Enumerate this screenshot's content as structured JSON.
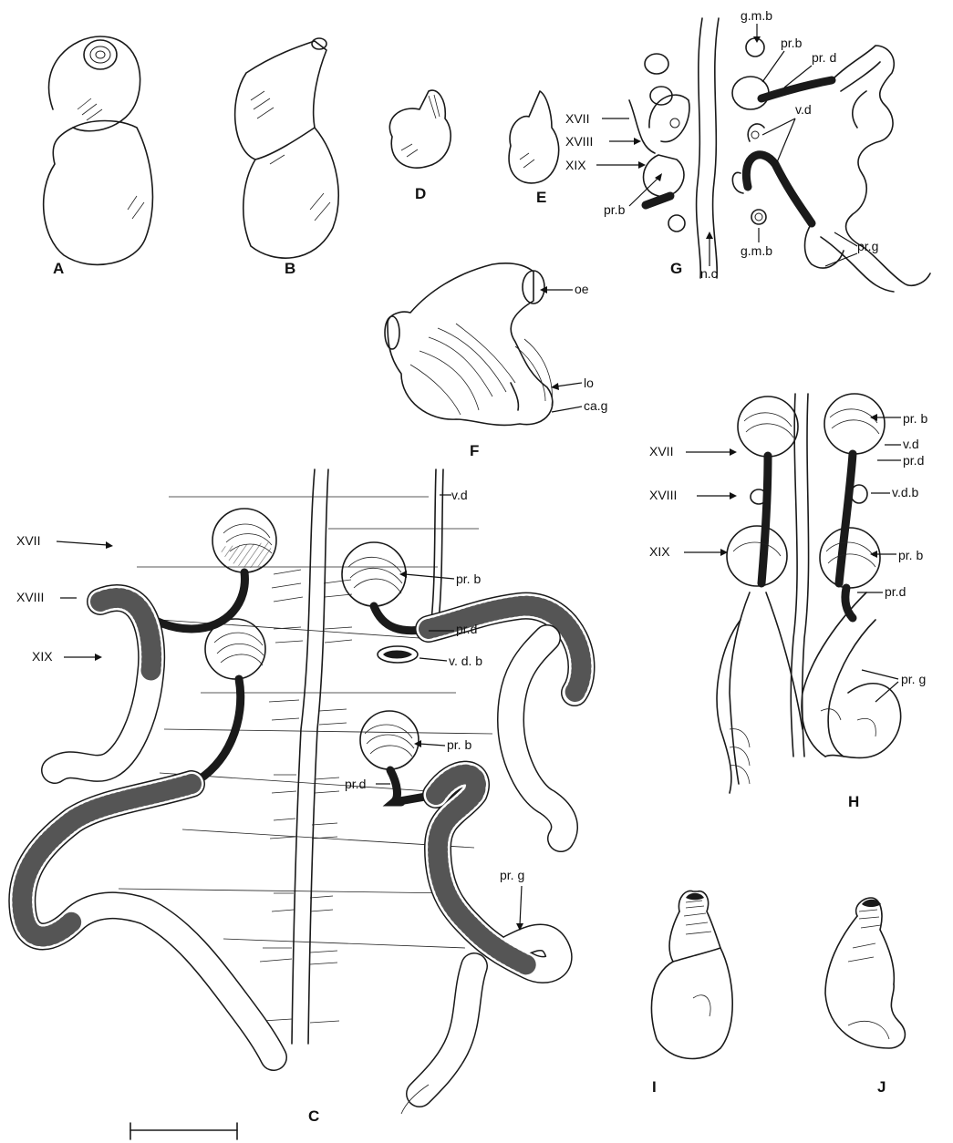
{
  "figure_letters": {
    "A": "A",
    "B": "B",
    "C": "C",
    "D": "D",
    "E": "E",
    "F": "F",
    "G": "G",
    "H": "H",
    "I": "I",
    "J": "J"
  },
  "labels": {
    "oe": "oe",
    "lo": "lo",
    "ca_g": "ca.g",
    "g_m_b": "g.m.b",
    "pr_b": "pr.b",
    "pr_b_spaced": "pr. b",
    "pr_d": "pr.d",
    "pr_d_spaced": "pr. d",
    "pr_g": "pr.g",
    "pr_g_spaced": "pr. g",
    "v_d": "v.d",
    "v_d_b": "v.d.b",
    "v_d_b_spaced": "v. d. b",
    "n_c": "n.c",
    "XVII": "XVII",
    "XVIII": "XVIII",
    "XIX": "XIX"
  }
}
